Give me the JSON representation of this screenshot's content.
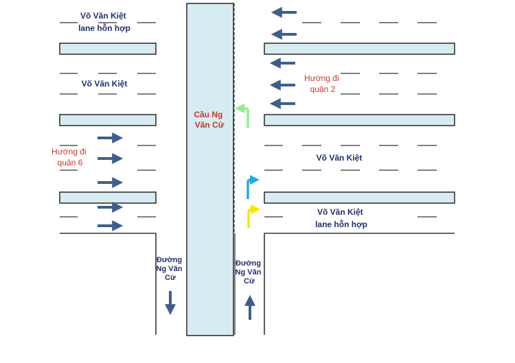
{
  "labels": {
    "vvk_mixed_top": [
      "Võ Văn Kiệt",
      "lane hỗn hợp"
    ],
    "vvk_top2": [
      "Võ Văn Kiệt"
    ],
    "bridge": [
      "Cầu Ng",
      "Văn Cừ"
    ],
    "dir_q2": [
      "Hướng đi",
      "quận 2"
    ],
    "dir_q6": [
      "Hướng đi",
      "quận 6"
    ],
    "vvk_right": [
      "Võ Văn Kiệt"
    ],
    "vvk_mixed_bottom": [
      "Võ Văn Kiệt",
      "lane hỗn hợp"
    ],
    "street_left": [
      "Đường",
      "Ng Văn",
      "Cừ"
    ],
    "street_right": [
      "Đường",
      "Ng Văn",
      "Cừ"
    ]
  },
  "colors": {
    "label_blue": "#1f2f6b",
    "label_red": "#c0392b",
    "arrow": "#3e5f8a",
    "median_fill": "#d7ecf2",
    "turn_green": "#90ee90",
    "turn_cyan": "#22aadd",
    "turn_yellow": "#f5e600"
  },
  "icons": {
    "left_arrows": "arrow-left-icon",
    "right_arrows": "arrow-right-icon",
    "down_arrow": "arrow-down-icon",
    "up_arrow": "arrow-up-icon"
  }
}
